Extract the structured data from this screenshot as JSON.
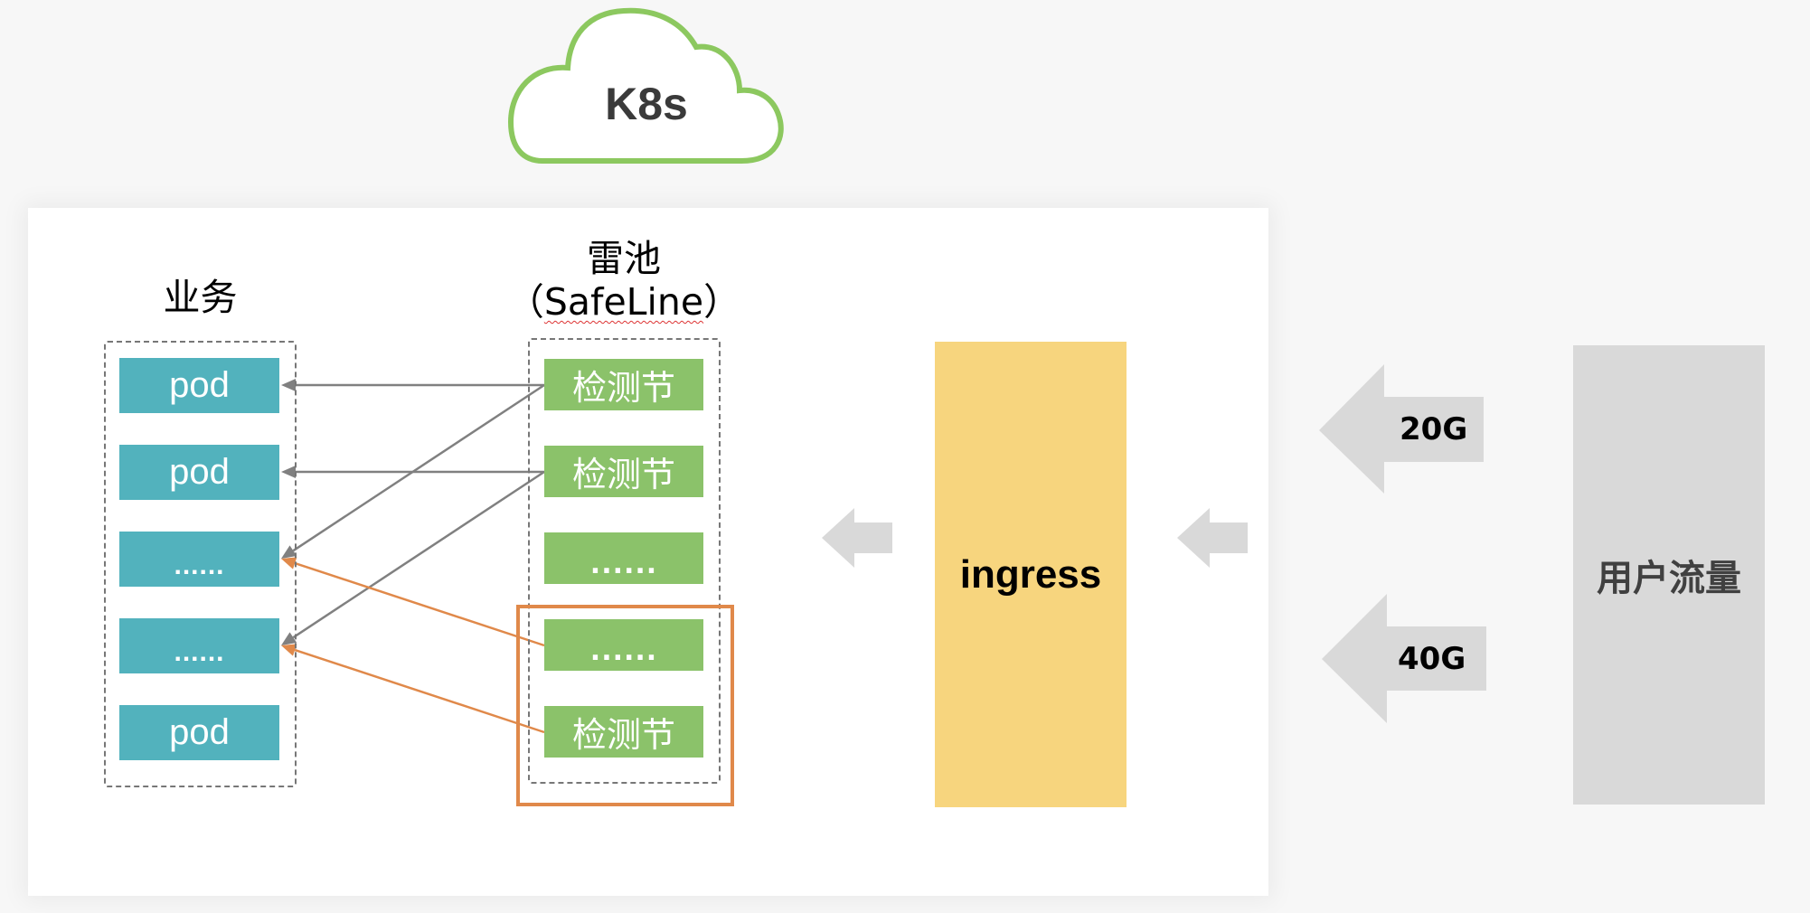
{
  "cloud": {
    "label": "K8s",
    "color": "#8cc85f"
  },
  "business": {
    "title": "业务",
    "pods": [
      "pod",
      "pod",
      "......",
      "......",
      "pod"
    ],
    "color": "#52b2bd"
  },
  "safeline": {
    "title_line1": "雷池",
    "title_line2_open": "（",
    "title_line2_name": "SafeLine",
    "title_line2_close": "）",
    "nodes": [
      "检测节",
      "检测节",
      "......",
      "......",
      "检测节"
    ],
    "color": "#8bc26a",
    "highlight_color": "#e0894a"
  },
  "connections": [
    {
      "from_node": 0,
      "to_pod": 0,
      "color": "#808080"
    },
    {
      "from_node": 0,
      "to_pod": 2,
      "color": "#808080"
    },
    {
      "from_node": 1,
      "to_pod": 1,
      "color": "#808080"
    },
    {
      "from_node": 1,
      "to_pod": 3,
      "color": "#808080"
    },
    {
      "from_node": 3,
      "to_pod": 2,
      "color": "#e0894a"
    },
    {
      "from_node": 4,
      "to_pod": 3,
      "color": "#e0894a"
    }
  ],
  "ingress": {
    "label": "ingress",
    "color": "#f7d57e"
  },
  "user_traffic": {
    "label": "用户流量",
    "color": "#d9d9d9"
  },
  "traffic_arrows": [
    {
      "label": "20G"
    },
    {
      "label": "40G"
    }
  ],
  "arrow_color": "#d9d9d9"
}
